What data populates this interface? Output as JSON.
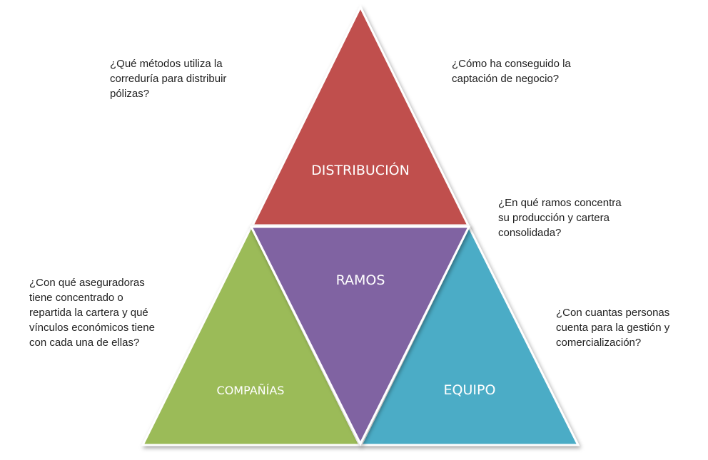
{
  "triangles": {
    "top": {
      "label": "DISTRIBUCIÓN",
      "color": "#C0504D"
    },
    "center": {
      "label": "RAMOS",
      "color": "#8064A2"
    },
    "left": {
      "label": "COMPAÑÍAS",
      "color": "#9BBB59"
    },
    "right": {
      "label": "EQUIPO",
      "color": "#4BACC6"
    }
  },
  "questions": {
    "top_left": [
      "¿Qué métodos utiliza la",
      "correduría para distribuir",
      "pólizas?"
    ],
    "top_right": [
      "¿Cómo ha conseguido la",
      "captación de negocio?"
    ],
    "middle_right": [
      "¿En qué ramos concentra",
      "su producción y cartera",
      "consolidada?"
    ],
    "left": [
      "¿Con qué aseguradoras",
      "tiene concentrado o",
      "repartida la cartera y qué",
      "vínculos económicos tiene",
      "con cada una de ellas?"
    ],
    "bottom_right": [
      "¿Con cuantas personas",
      "cuenta para la gestión y",
      "comercialización?"
    ]
  }
}
